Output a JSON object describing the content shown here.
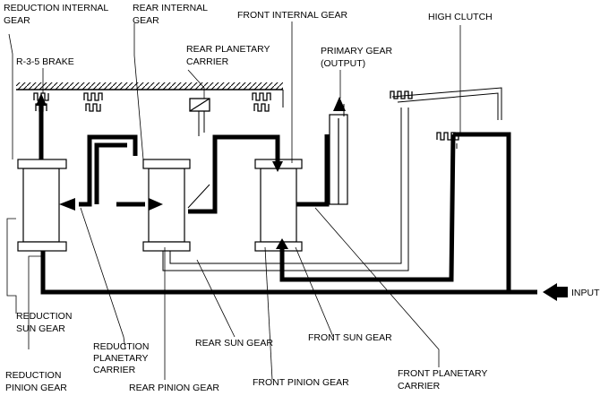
{
  "labels": {
    "reduction_internal_gear": [
      "REDUCTION INTERNAL",
      "GEAR"
    ],
    "rear_internal_gear": [
      "REAR INTERNAL",
      "GEAR"
    ],
    "front_internal_gear": "FRONT INTERNAL GEAR",
    "high_clutch": "HIGH CLUTCH",
    "r35_brake": "R-3-5 BRAKE",
    "rear_planetary_carrier": [
      "REAR PLANETARY",
      "CARRIER"
    ],
    "primary_gear": [
      "PRIMARY GEAR",
      "(OUTPUT)"
    ],
    "input": "INPUT",
    "reduction_sun_gear": [
      "REDUCTION",
      "SUN GEAR"
    ],
    "reduction_planetary_carrier": [
      "REDUCTION",
      "PLANETARY",
      "CARRIER"
    ],
    "rear_sun_gear": "REAR SUN GEAR",
    "front_sun_gear": "FRONT SUN GEAR",
    "reduction_pinion_gear": [
      "REDUCTION",
      "PINION GEAR"
    ],
    "rear_pinion_gear": "REAR PINION GEAR",
    "front_pinion_gear": "FRONT PINION GEAR",
    "front_planetary_carrier": [
      "FRONT PLANETARY",
      "CARRIER"
    ]
  },
  "colors": {
    "line": "#000000",
    "background": "#ffffff"
  }
}
